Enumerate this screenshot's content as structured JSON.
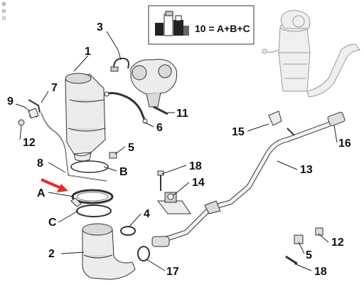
{
  "toolbar": {
    "zoom_in_glyph": "⊕",
    "zoom_out_glyph": "⊖",
    "reset_glyph": "⊙"
  },
  "legend_box": {
    "formula": "10 = A+B+C"
  },
  "labels": {
    "l1": "1",
    "l2": "2",
    "l3": "3",
    "l4": "4",
    "l5a": "5",
    "l5b": "5",
    "l6": "6",
    "l7": "7",
    "l8": "8",
    "l9": "9",
    "l11": "11",
    "l12a": "12",
    "l12b": "12",
    "l13": "13",
    "l14": "14",
    "l15": "15",
    "l16": "16",
    "l17": "17",
    "l18a": "18",
    "l18b": "18",
    "lA": "A",
    "lB": "B",
    "lC": "C"
  },
  "colors": {
    "highlight_arrow": "#e0302a",
    "line": "#222222"
  }
}
